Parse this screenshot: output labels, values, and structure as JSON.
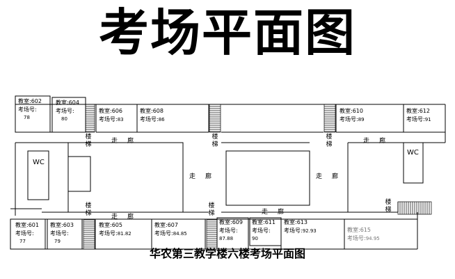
{
  "title": "考场平面图",
  "caption": "华农第三教学楼六楼考场平面图",
  "labels": {
    "classroom_prefix": "教室:",
    "exam_room_prefix": "考场号:",
    "stairs": [
      "楼",
      "梯"
    ],
    "corridor": "走廊",
    "wc": "WC"
  },
  "top_rooms": [
    {
      "room": "602",
      "exam": "78"
    },
    {
      "room": "604",
      "exam": "80"
    },
    {
      "room": "606",
      "exam": "83"
    },
    {
      "room": "608",
      "exam": "86"
    },
    {
      "room": "610",
      "exam": "89"
    },
    {
      "room": "612",
      "exam": "91"
    }
  ],
  "bottom_rooms": [
    {
      "room": "601",
      "exam": "77"
    },
    {
      "room": "603",
      "exam": "79"
    },
    {
      "room": "605",
      "exam": "81.82"
    },
    {
      "room": "607",
      "exam": "84.85"
    },
    {
      "room": "609",
      "exam": "87.88"
    },
    {
      "room": "611",
      "exam": "90"
    },
    {
      "room": "613",
      "exam": "92.93"
    },
    {
      "room": "615",
      "exam": "94.95"
    }
  ]
}
